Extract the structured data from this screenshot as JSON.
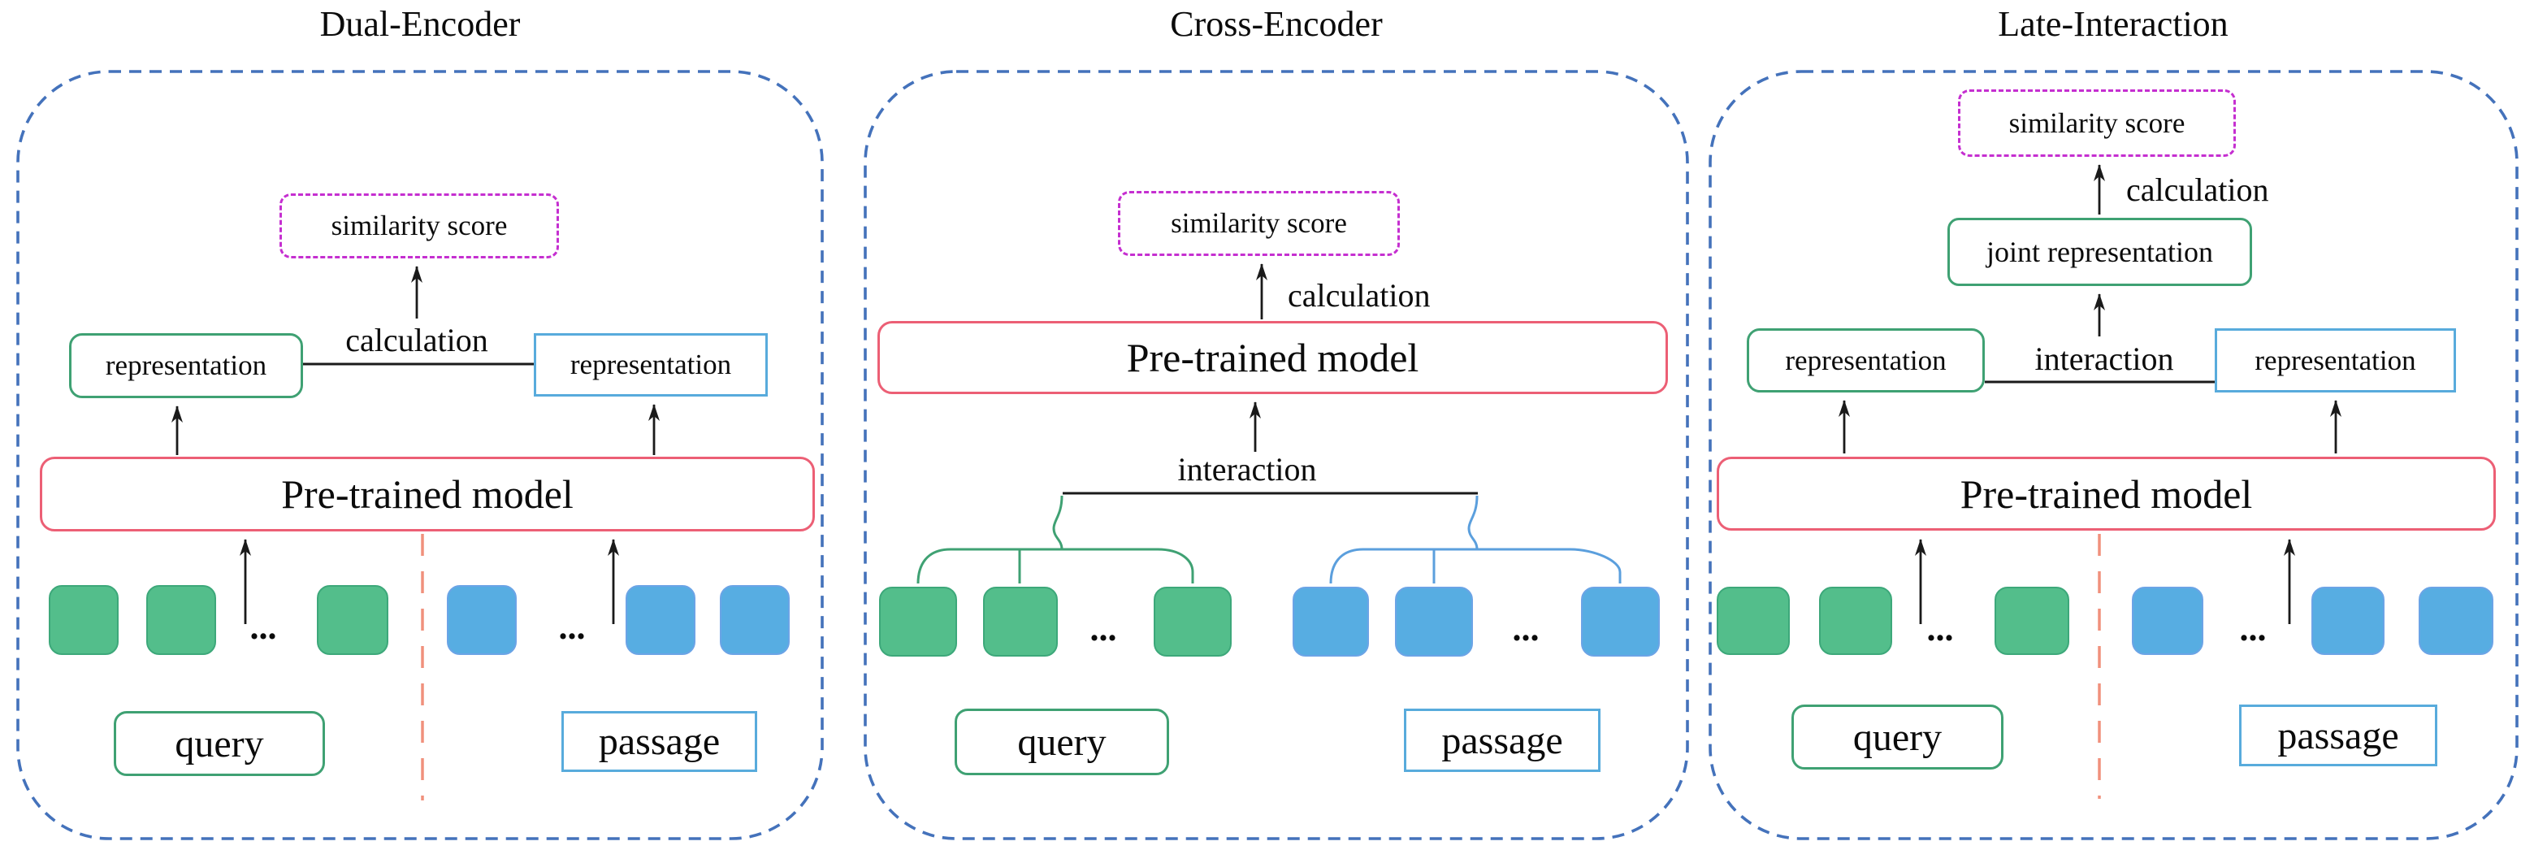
{
  "ellipsis": "...",
  "colors": {
    "panel_border": "#4472bb",
    "magenta": "#c52fd0",
    "model_border": "#ec5f75",
    "green": "#3fa173",
    "blue": "#58abdc",
    "brace_green": "#3fa173",
    "brace_blue": "#5b9fdd",
    "token_green_fill": "#53be8b",
    "token_green_border": "#3da87a",
    "token_blue_fill": "#57ade2",
    "token_blue_border": "#6ba4e6",
    "divider": "#f0907c",
    "text": "#0b0b0b",
    "line": "#1a1a1a"
  },
  "panels": [
    {
      "title": "Dual-Encoder",
      "similarity_label": "similarity score",
      "calculation_label": "calculation",
      "representation_left_label": "representation",
      "representation_right_label": "representation",
      "model_label": "Pre-trained model",
      "query_label": "query",
      "passage_label": "passage",
      "query_token_count": 3,
      "passage_token_count": 3
    },
    {
      "title": "Cross-Encoder",
      "similarity_label": "similarity score",
      "calculation_label": "calculation",
      "interaction_label": "interaction",
      "model_label": "Pre-trained model",
      "query_label": "query",
      "passage_label": "passage",
      "query_token_count": 3,
      "passage_token_count": 3
    },
    {
      "title": "Late-Interaction",
      "similarity_label": "similarity score",
      "calculation_label": "calculation",
      "joint_representation_label": "joint representation",
      "interaction_label": "interaction",
      "representation_left_label": "representation",
      "representation_right_label": "representation",
      "model_label": "Pre-trained model",
      "query_label": "query",
      "passage_label": "passage",
      "query_token_count": 3,
      "passage_token_count": 3
    }
  ]
}
